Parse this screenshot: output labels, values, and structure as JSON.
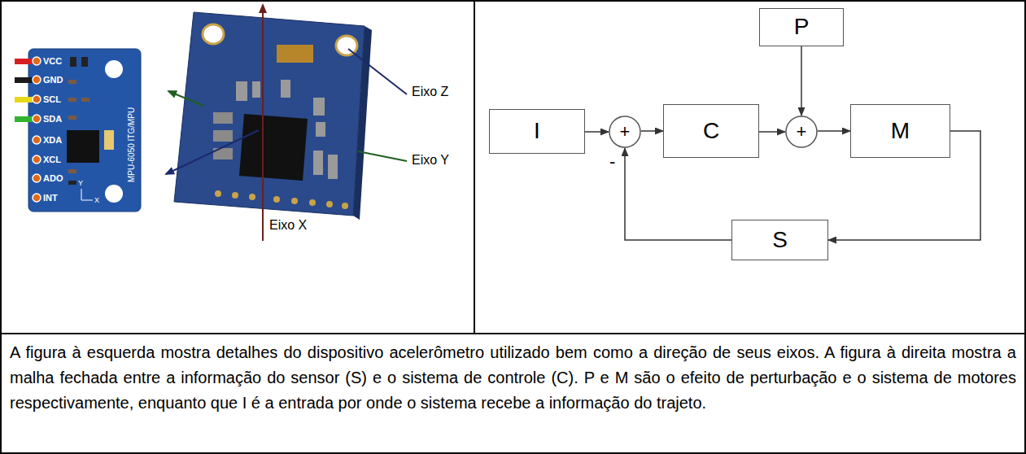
{
  "diagram": {
    "caption": "A figura à esquerda mostra detalhes do dispositivo acelerômetro utilizado bem como a direção de seus eixos. A figura à direita mostra a malha fechada entre a informação do sensor (S) e o sistema de controle (C). P e M são o efeito de perturbação e o sistema de motores respectivamente, enquanto que I é a entrada por onde o sistema recebe a informação do trajeto.",
    "nodes": [
      {
        "text": [
          "P"
        ]
      },
      {
        "text": [
          "I"
        ]
      },
      {
        "text": [
          "+"
        ]
      },
      {
        "text": [
          "C"
        ]
      },
      {
        "text": [
          "+"
        ]
      },
      {
        "text": [
          "M"
        ]
      },
      {
        "text": [
          "S"
        ]
      }
    ],
    "edges": [
      {
        "from": 1,
        "to": 2,
        "arrow": "to"
      },
      {
        "from": 2,
        "to": 3,
        "arrow": "to"
      },
      {
        "from": 3,
        "to": 4,
        "arrow": "to"
      },
      {
        "from": 0,
        "to": 4,
        "arrow": "to"
      },
      {
        "from": 4,
        "to": 5,
        "arrow": "to"
      },
      {
        "from": 5,
        "to": 6,
        "arrow": "to"
      },
      {
        "from": 6,
        "to": 2,
        "arrow": "to"
      }
    ],
    "labels": [
      "VCC",
      "GND",
      "SCL",
      "SDA",
      "XDA",
      "XCL",
      "ADO",
      "INT",
      "MPU-6050 ITG/MPU",
      "Y",
      "X",
      "Eixo Z",
      "Eixo Y",
      "Eixo X",
      "-"
    ]
  }
}
